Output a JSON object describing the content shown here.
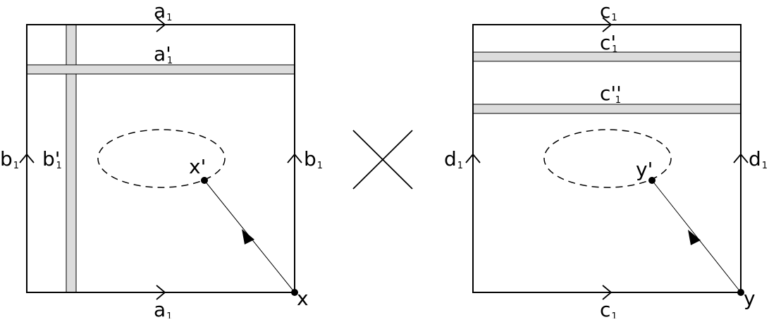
{
  "left_square": {
    "top_edge": {
      "label": "a",
      "sub": "1"
    },
    "bottom_edge": {
      "label": "a",
      "sub": "1"
    },
    "left_edge": {
      "label": "b",
      "sub": "1"
    },
    "right_edge": {
      "label": "b",
      "sub": "1"
    },
    "h_strip": {
      "label": "a'",
      "sub": "1"
    },
    "v_strip": {
      "label": "b'",
      "sub": "1"
    },
    "inner_point": {
      "label": "x'"
    },
    "corner_point": {
      "label": "x"
    }
  },
  "operator": {
    "symbol": "times"
  },
  "right_square": {
    "top_edge": {
      "label": "c",
      "sub": "1"
    },
    "bottom_edge": {
      "label": "c",
      "sub": "1"
    },
    "left_edge": {
      "label": "d",
      "sub": "1"
    },
    "right_edge": {
      "label": "d",
      "sub": "1"
    },
    "strip1": {
      "label": "c'",
      "sub": "1"
    },
    "strip2": {
      "label": "c''",
      "sub": "1"
    },
    "inner_point": {
      "label": "y'"
    },
    "corner_point": {
      "label": "y"
    }
  },
  "colors": {
    "strip_fill": "#dcdcdc",
    "stroke": "#000000"
  }
}
